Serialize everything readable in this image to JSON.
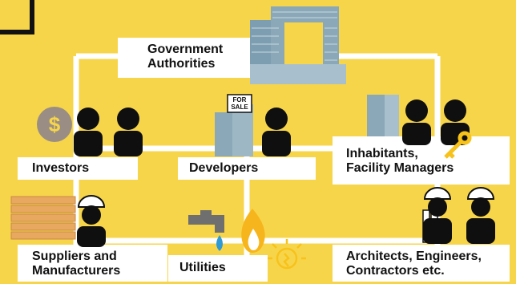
{
  "colors": {
    "background": "#f7d54a",
    "connector": "#ffffff",
    "text": "#111111",
    "silhouette": "#0f0f0f",
    "building": "#8aa8b8",
    "coin": "#9a8e84",
    "key": "#f7c21a",
    "flame": "#f6b51c",
    "water": "#2f9ad6",
    "pallet": "#e8a85f"
  },
  "nodes": {
    "government": {
      "line1": "Government",
      "line2": "Authorities",
      "icon": "office-tower-icon"
    },
    "investors": {
      "label": "Investors",
      "icon": "dollar-coin-icon"
    },
    "developers": {
      "label": "Developers",
      "icon": "for-sale-building-icon",
      "sign_line1": "FOR",
      "sign_line2": "SALE"
    },
    "inhabitants": {
      "line1": "Inhabitants,",
      "line2": "Facility Managers",
      "icon": "key-icon"
    },
    "suppliers": {
      "line1": "Suppliers and",
      "line2": "Manufacturers",
      "icon": "pallet-stack-icon"
    },
    "utilities": {
      "label": "Utilities",
      "icons": [
        "faucet-icon",
        "water-drop-icon",
        "flame-icon",
        "light-bulb-icon"
      ]
    },
    "architects": {
      "line1": "Architects, Engineers,",
      "line2": "Contractors etc.",
      "icon": "hard-hat-worker-icon"
    }
  }
}
